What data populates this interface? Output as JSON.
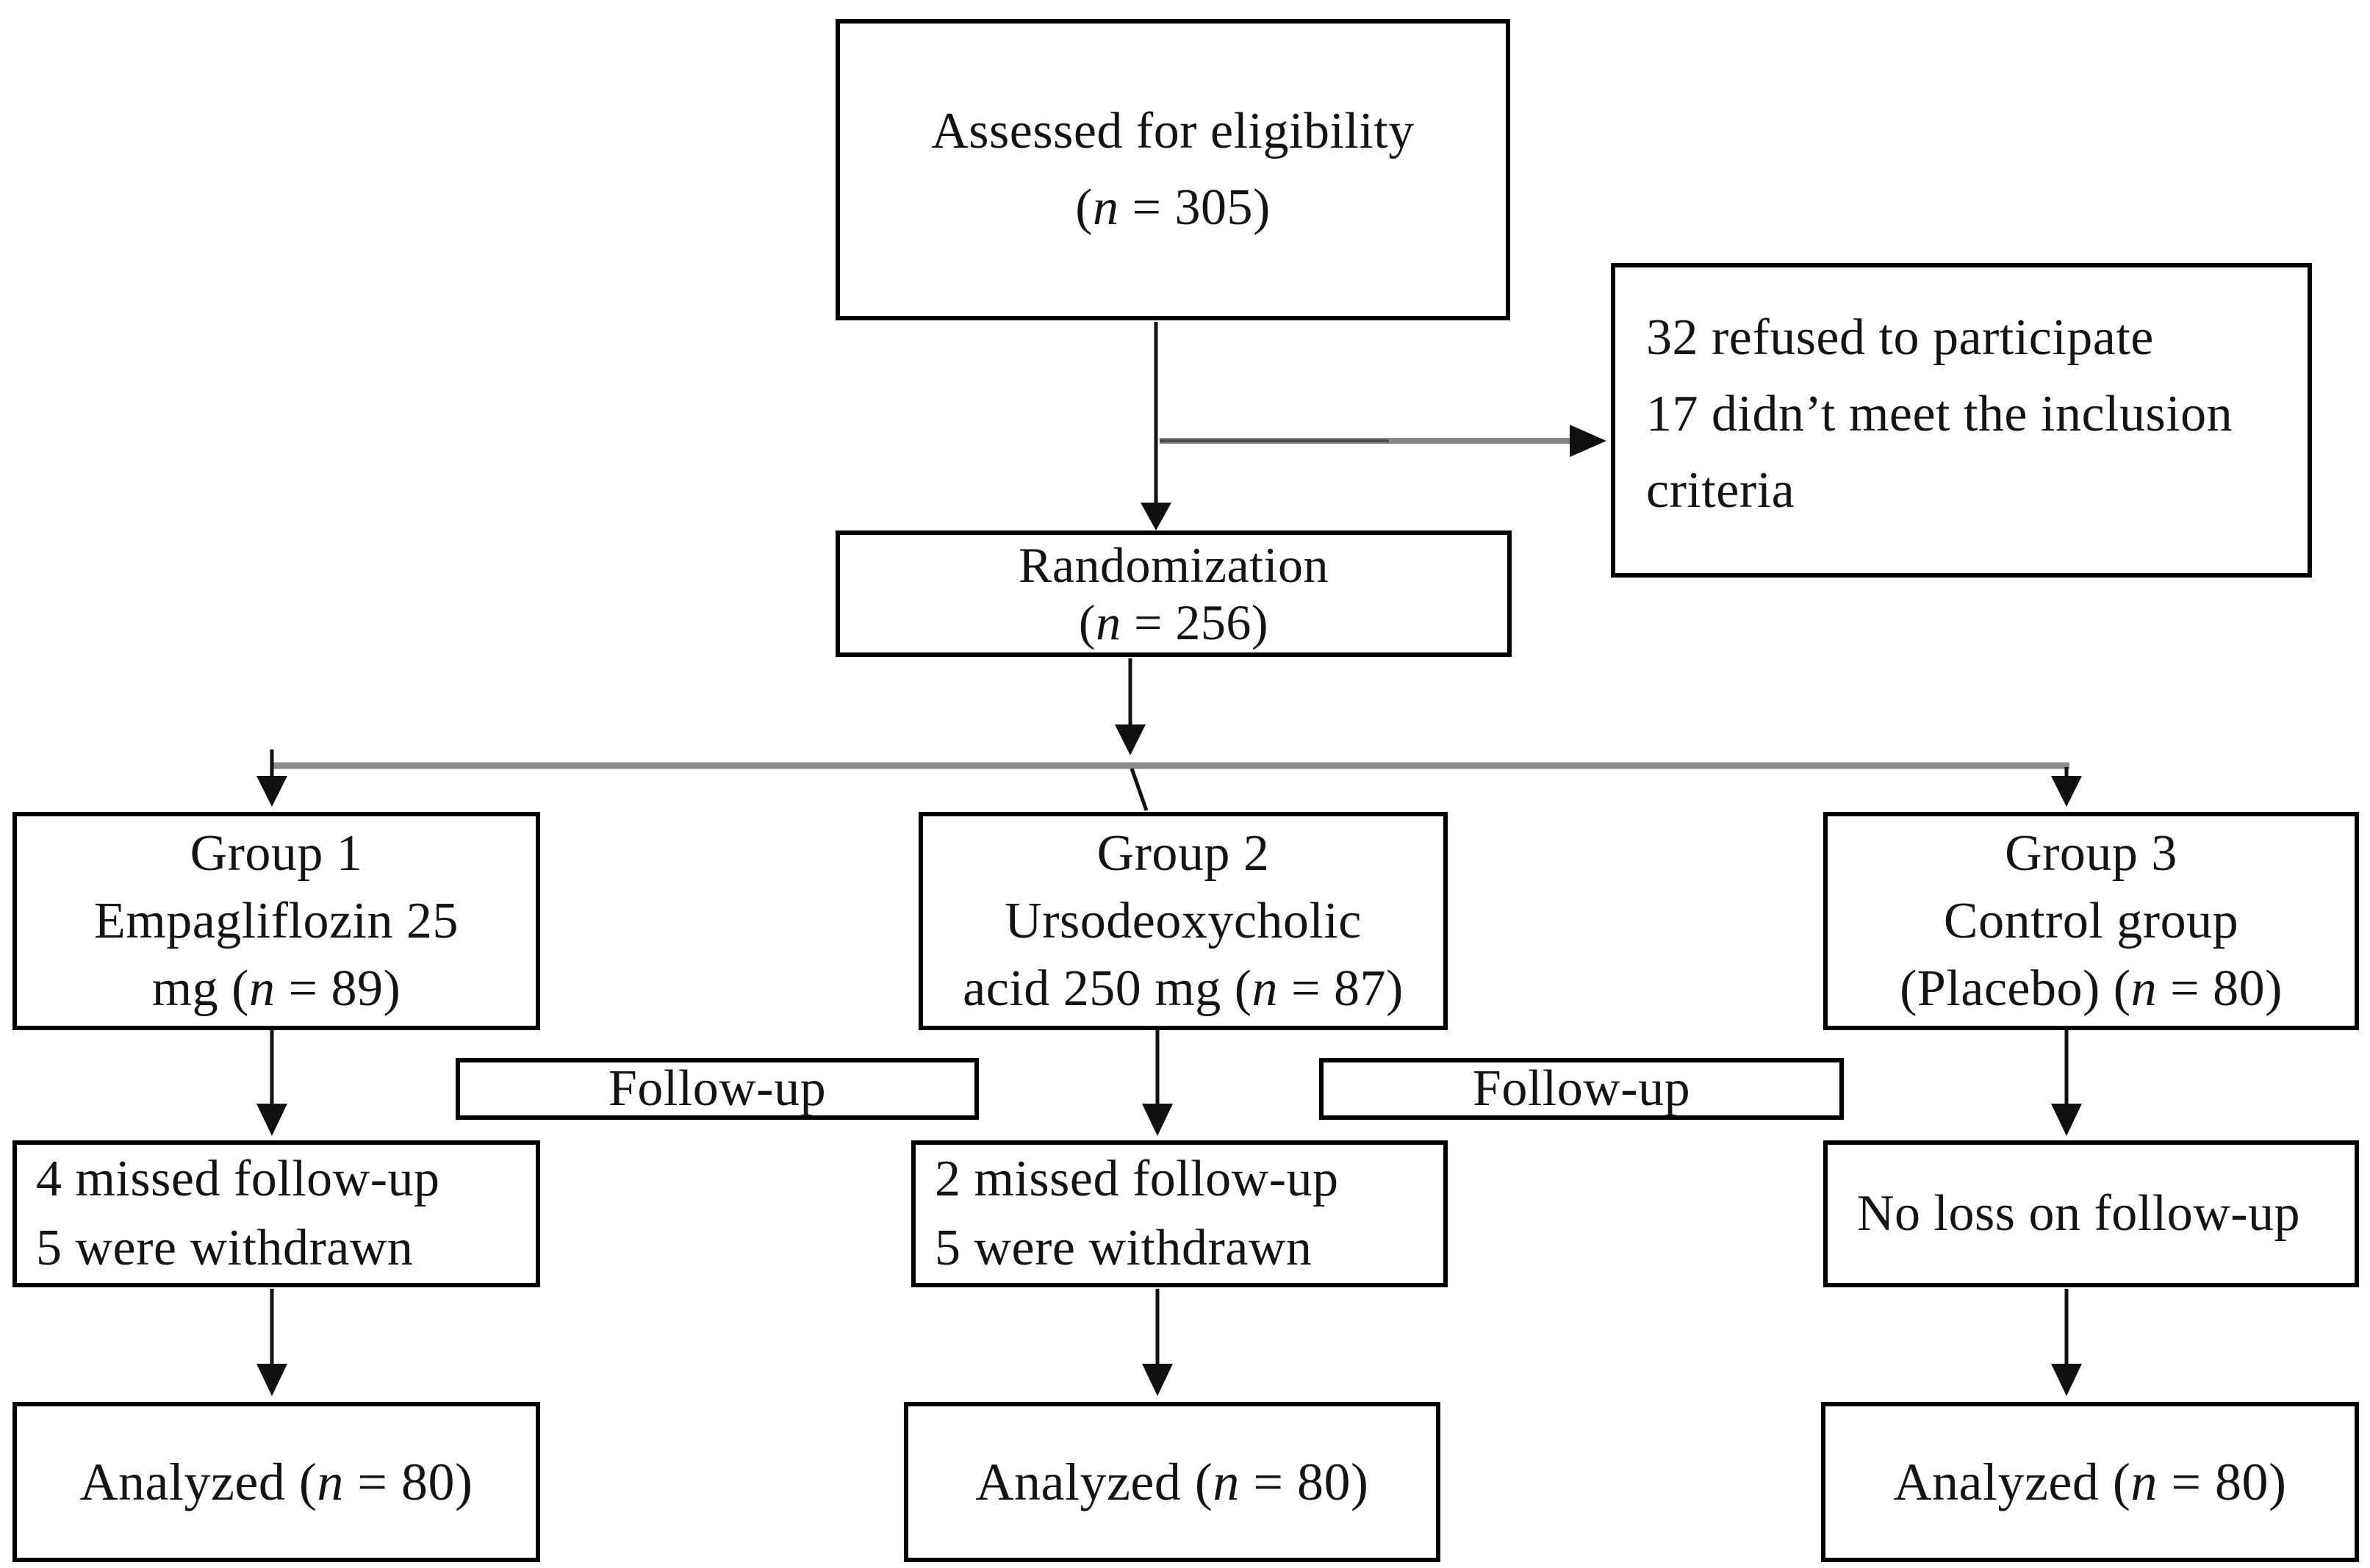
{
  "colors": {
    "background": "#ffffff",
    "box_border": "#000000",
    "text": "#141414",
    "connector_black": "#111111",
    "connector_gray": "#8a8a8a"
  },
  "boxes": {
    "assessed": {
      "line1": "Assessed for eligibility",
      "n": {
        "pre": "(",
        "var": "n",
        "post": " = 305)"
      }
    },
    "excluded": {
      "line1": "32 refused to participate",
      "line2": "17 didn’t meet the inclusion",
      "line3": "criteria"
    },
    "randomization": {
      "line1": "Randomization",
      "n": {
        "pre": "(",
        "var": "n",
        "post": " = 256)"
      }
    },
    "group1": {
      "line1": "Group 1",
      "line2": "Empagliflozin 25",
      "n": {
        "pre": "mg (",
        "var": "n",
        "post": " = 89)"
      }
    },
    "group2": {
      "line1": "Group 2",
      "line2": "Ursodeoxycholic",
      "n": {
        "pre": "acid 250 mg (",
        "var": "n",
        "post": " = 87)"
      }
    },
    "group3": {
      "line1": "Group 3",
      "line2": "Control group",
      "n": {
        "pre": "(Placebo) (",
        "var": "n",
        "post": " = 80)"
      }
    },
    "followup_left": {
      "label": "Follow-up"
    },
    "followup_right": {
      "label": "Follow-up"
    },
    "loss1": {
      "line1": "4 missed follow-up",
      "line2": "5 were withdrawn"
    },
    "loss2": {
      "line1": "2 missed follow-up",
      "line2": "5 were withdrawn"
    },
    "loss3": {
      "line1": "No loss on follow-up"
    },
    "analyzed1": {
      "pre": "Analyzed (",
      "var": "n",
      "post": " = 80)"
    },
    "analyzed2": {
      "pre": "Analyzed (",
      "var": "n",
      "post": " = 80)"
    },
    "analyzed3": {
      "pre": "Analyzed (",
      "var": "n",
      "post": " = 80)"
    }
  }
}
